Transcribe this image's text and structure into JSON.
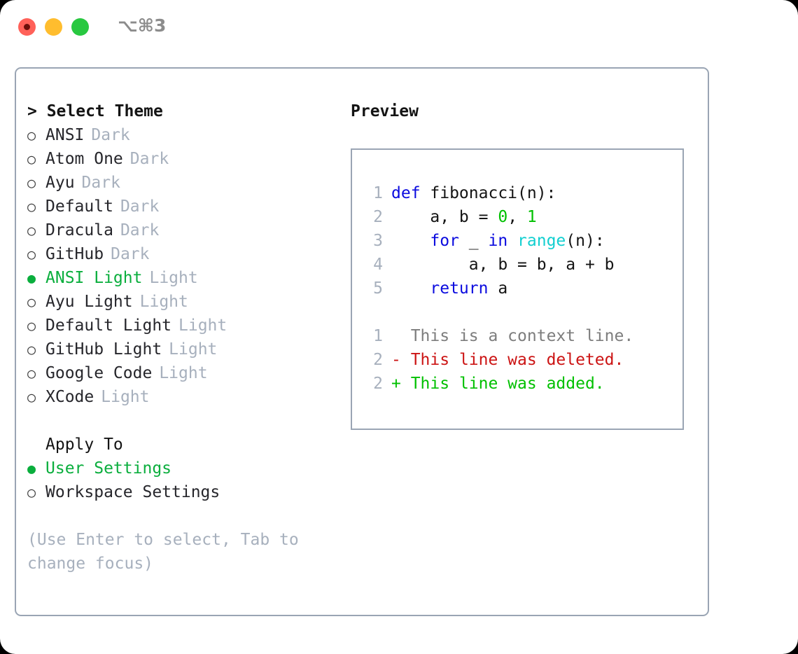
{
  "window": {
    "shortcut_title": "⌥⌘3",
    "traffic_lights": [
      "close",
      "minimize",
      "zoom"
    ]
  },
  "left_pane": {
    "heading": "> Select Theme",
    "themes": [
      {
        "bullet": "○",
        "name": "ANSI",
        "variant": "Dark",
        "selected": false
      },
      {
        "bullet": "○",
        "name": "Atom One",
        "variant": "Dark",
        "selected": false
      },
      {
        "bullet": "○",
        "name": "Ayu",
        "variant": "Dark",
        "selected": false
      },
      {
        "bullet": "○",
        "name": "Default",
        "variant": "Dark",
        "selected": false
      },
      {
        "bullet": "○",
        "name": "Dracula",
        "variant": "Dark",
        "selected": false
      },
      {
        "bullet": "○",
        "name": "GitHub",
        "variant": "Dark",
        "selected": false
      },
      {
        "bullet": "●",
        "name": "ANSI Light",
        "variant": "Light",
        "selected": true
      },
      {
        "bullet": "○",
        "name": "Ayu Light",
        "variant": "Light",
        "selected": false
      },
      {
        "bullet": "○",
        "name": "Default Light",
        "variant": "Light",
        "selected": false
      },
      {
        "bullet": "○",
        "name": "GitHub Light",
        "variant": "Light",
        "selected": false
      },
      {
        "bullet": "○",
        "name": "Google Code",
        "variant": "Light",
        "selected": false
      },
      {
        "bullet": "○",
        "name": "XCode",
        "variant": "Light",
        "selected": false
      }
    ],
    "apply_to": {
      "heading": "Apply To",
      "options": [
        {
          "bullet": "●",
          "name": "User Settings",
          "selected": true
        },
        {
          "bullet": "○",
          "name": "Workspace Settings",
          "selected": false
        }
      ]
    },
    "hint": "(Use Enter to select, Tab to change focus)"
  },
  "right_pane": {
    "heading": "Preview",
    "code_lines": [
      {
        "no": "1",
        "tokens": [
          {
            "t": "def",
            "c": "kw"
          },
          {
            "t": " fibonacci(n):",
            "c": "id"
          }
        ]
      },
      {
        "no": "2",
        "tokens": [
          {
            "t": "    a, b = ",
            "c": "id"
          },
          {
            "t": "0",
            "c": "num"
          },
          {
            "t": ", ",
            "c": "id"
          },
          {
            "t": "1",
            "c": "num"
          }
        ]
      },
      {
        "no": "3",
        "tokens": [
          {
            "t": "    ",
            "c": "id"
          },
          {
            "t": "for",
            "c": "kw"
          },
          {
            "t": " _ ",
            "c": "id"
          },
          {
            "t": "in",
            "c": "kw"
          },
          {
            "t": " ",
            "c": "id"
          },
          {
            "t": "range",
            "c": "fn"
          },
          {
            "t": "(n):",
            "c": "id"
          }
        ]
      },
      {
        "no": "4",
        "tokens": [
          {
            "t": "        a, b = b, a + b",
            "c": "id"
          }
        ]
      },
      {
        "no": "5",
        "tokens": [
          {
            "t": "    ",
            "c": "id"
          },
          {
            "t": "return",
            "c": "kw"
          },
          {
            "t": " a",
            "c": "id"
          }
        ]
      }
    ],
    "diff_lines": [
      {
        "no": "1",
        "marker": " ",
        "text": " This is a context line.",
        "kind": "ctx"
      },
      {
        "no": "2",
        "marker": "-",
        "text": " This line was deleted.",
        "kind": "del"
      },
      {
        "no": "2",
        "marker": "+",
        "text": " This line was added.",
        "kind": "add"
      }
    ]
  },
  "colors": {
    "accent_green": "#0aae3d",
    "keyword_blue": "#0b0bdf",
    "number_green": "#00c000",
    "function_cyan": "#12cfd0",
    "muted_gray": "#a7b0bd",
    "diff_red": "#cc1414",
    "diff_green": "#00c000",
    "border": "#9aa5b4"
  }
}
